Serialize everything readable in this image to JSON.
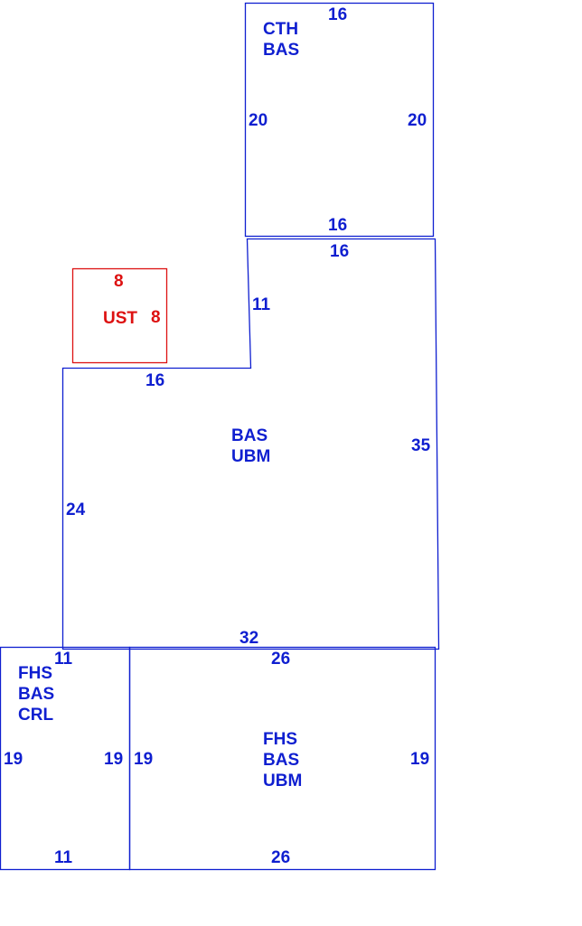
{
  "colors": {
    "blue": "#0f1fd0",
    "red": "#dd1111"
  },
  "sections": {
    "cth_bas": {
      "codes": [
        "CTH",
        "BAS"
      ],
      "dims": {
        "top": "16",
        "left": "20",
        "right": "20",
        "bottom": "16"
      }
    },
    "ust": {
      "code": "UST",
      "dims": {
        "top": "8",
        "right": "8"
      }
    },
    "bas_ubm": {
      "codes": [
        "BAS",
        "UBM"
      ],
      "dims": {
        "top": "16",
        "step_vertical": "11",
        "step_horizontal": "16",
        "right": "35",
        "left": "24",
        "bottom": "32"
      }
    },
    "fhs_bas_crl": {
      "codes": [
        "FHS",
        "BAS",
        "CRL"
      ],
      "dims": {
        "top": "11",
        "left": "19",
        "right": "19",
        "bottom": "11"
      }
    },
    "fhs_bas_ubm": {
      "codes": [
        "FHS",
        "BAS",
        "UBM"
      ],
      "dims": {
        "top": "26",
        "left": "19",
        "right": "19",
        "bottom": "26"
      }
    }
  }
}
